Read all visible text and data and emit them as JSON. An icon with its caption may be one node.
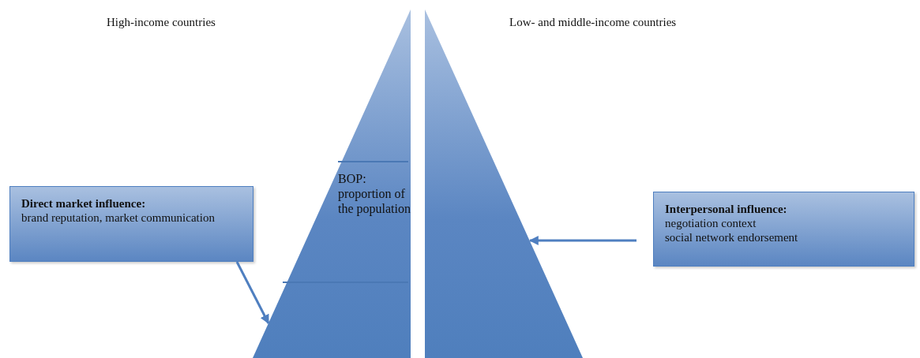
{
  "diagram": {
    "nodes": [
      {
        "text": [],
        "shape": "triangle"
      },
      {
        "text": [
          "BOP: proportion of the population"
        ],
        "in": 0
      },
      {
        "text": [],
        "shape": "triangle"
      },
      {
        "text": [
          "Direct market influence:",
          "brand reputation, market communication"
        ]
      },
      {
        "text": [
          "Interpersonal influence:",
          "negotiation context",
          "social network endorsement"
        ]
      }
    ],
    "edges": [
      {
        "from": 3,
        "to": 0,
        "arrow": "to"
      },
      {
        "from": 4,
        "to": 2,
        "arrow": "to"
      }
    ],
    "labels": [
      "High-income countries",
      "Low- and middle-income countries"
    ]
  }
}
